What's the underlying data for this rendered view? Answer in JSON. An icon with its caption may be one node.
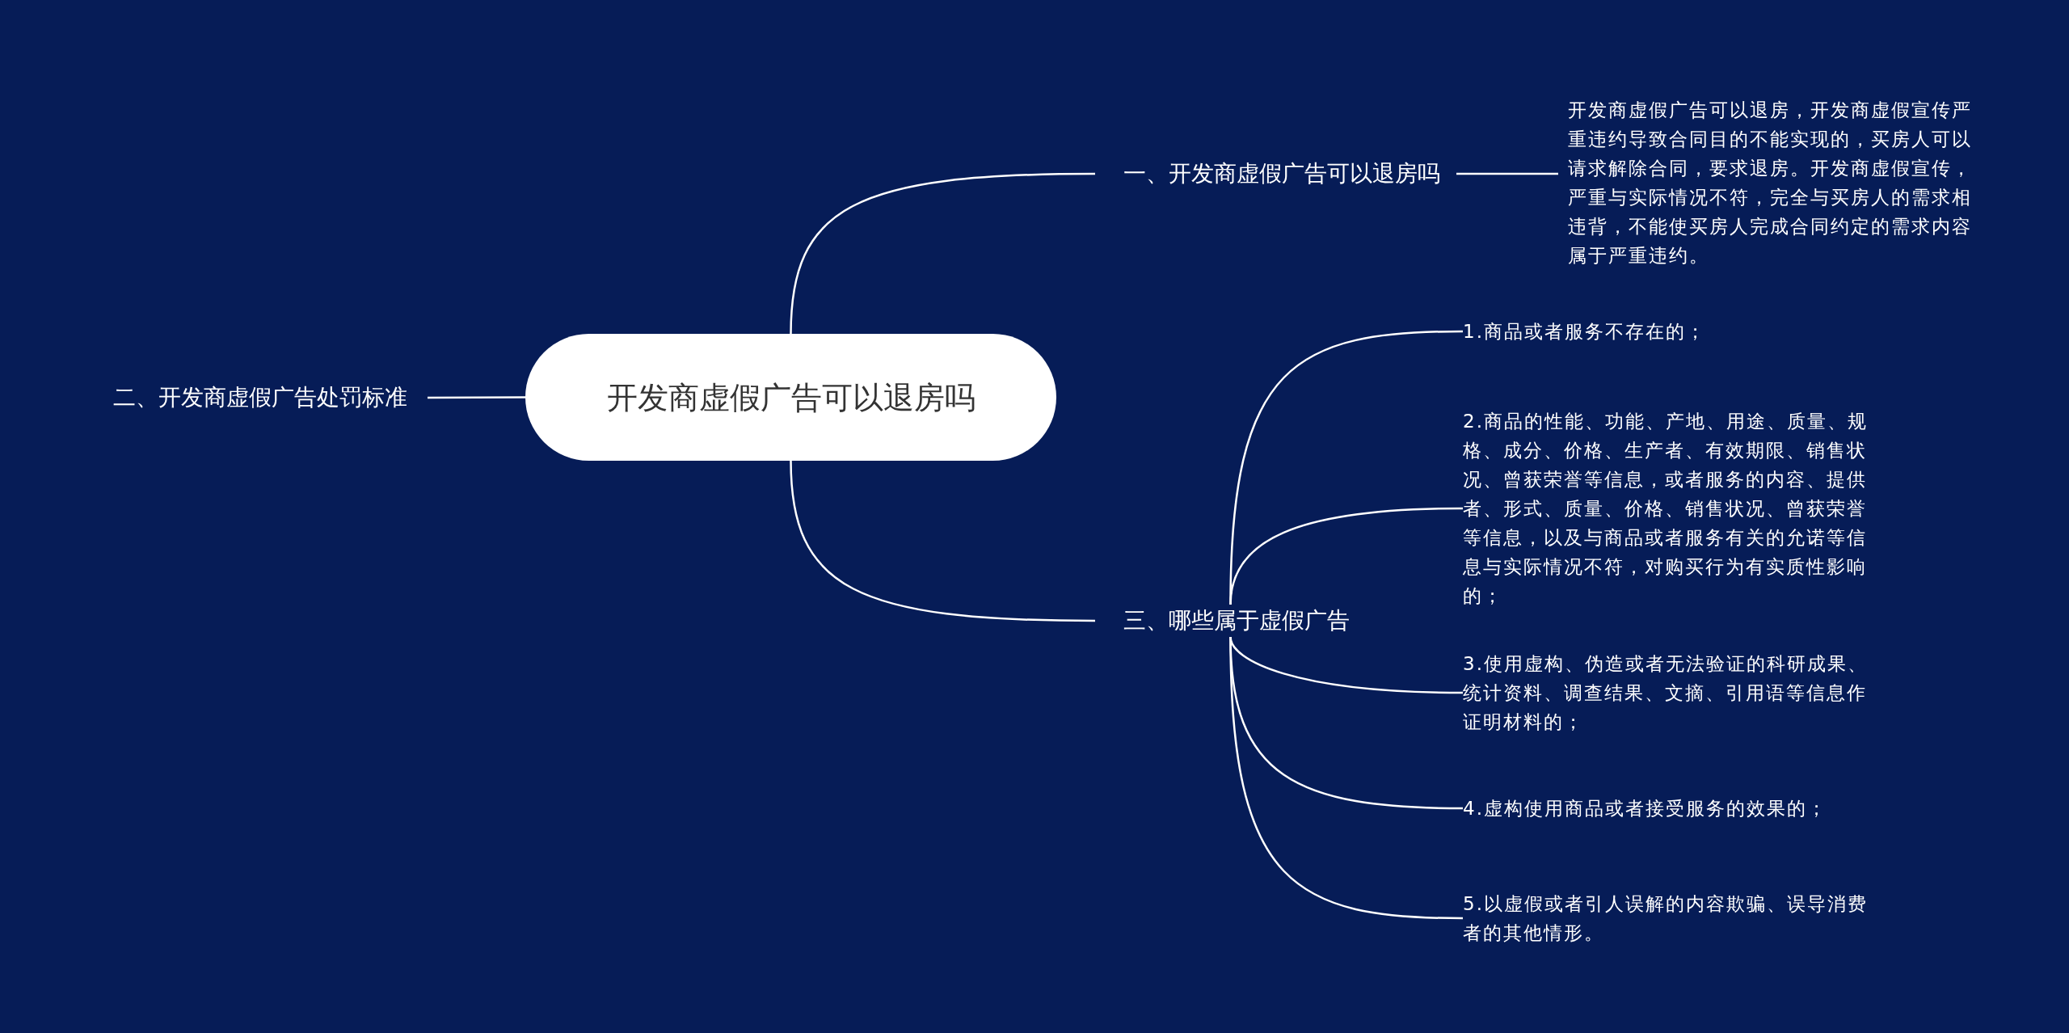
{
  "diagram": {
    "nodes": [
      {
        "text": [
          "开发商虚假广告可以退房吗"
        ]
      },
      {
        "text": [
          "一、开发商虚假广告可以退房吗"
        ]
      },
      {
        "text": [
          "二、开发商虚假广告处罚标准"
        ]
      },
      {
        "text": [
          "三、哪些属于虚假广告"
        ]
      },
      {
        "text": [
          "开发商虚假广告可以退房，开发商虚假宣传严重违约导致合同目的不能实现的，买房人可以请求解除合同，要求退房。开发商虚假宣传，严重与实际情况不符，完全与买房人的需求相违背，不能使买房人完成合同约定的需求内容属于严重违约。"
        ]
      },
      {
        "text": [
          "1.商品或者服务不存在的；"
        ]
      },
      {
        "text": [
          "2.商品的性能、功能、产地、用途、质量、规格、成分、价格、生产者、有效期限、销售状况、曾获荣誉等信息，或者服务的内容、提供者、形式、质量、价格、销售状况、曾获荣誉等信息，以及与商品或者服务有关的允诺等信息与实际情况不符，对购买行为有实质性影响的；"
        ]
      },
      {
        "text": [
          "3.使用虚构、伪造或者无法验证的科研成果、统计资料、调查结果、文摘、引用语等信息作证明材料的；"
        ]
      },
      {
        "text": [
          "4.虚构使用商品或者接受服务的效果的；"
        ]
      },
      {
        "text": [
          "5.以虚假或者引人误解的内容欺骗、误导消费者的其他情形。"
        ]
      }
    ],
    "edges": [
      {
        "from": 0,
        "to": 1,
        "arrow": "none"
      },
      {
        "from": 0,
        "to": 2,
        "arrow": "none"
      },
      {
        "from": 0,
        "to": 3,
        "arrow": "none"
      },
      {
        "from": 1,
        "to": 4,
        "arrow": "none"
      },
      {
        "from": 3,
        "to": 5,
        "arrow": "none"
      },
      {
        "from": 3,
        "to": 6,
        "arrow": "none"
      },
      {
        "from": 3,
        "to": 7,
        "arrow": "none"
      },
      {
        "from": 3,
        "to": 8,
        "arrow": "none"
      },
      {
        "from": 3,
        "to": 9,
        "arrow": "none"
      }
    ]
  }
}
